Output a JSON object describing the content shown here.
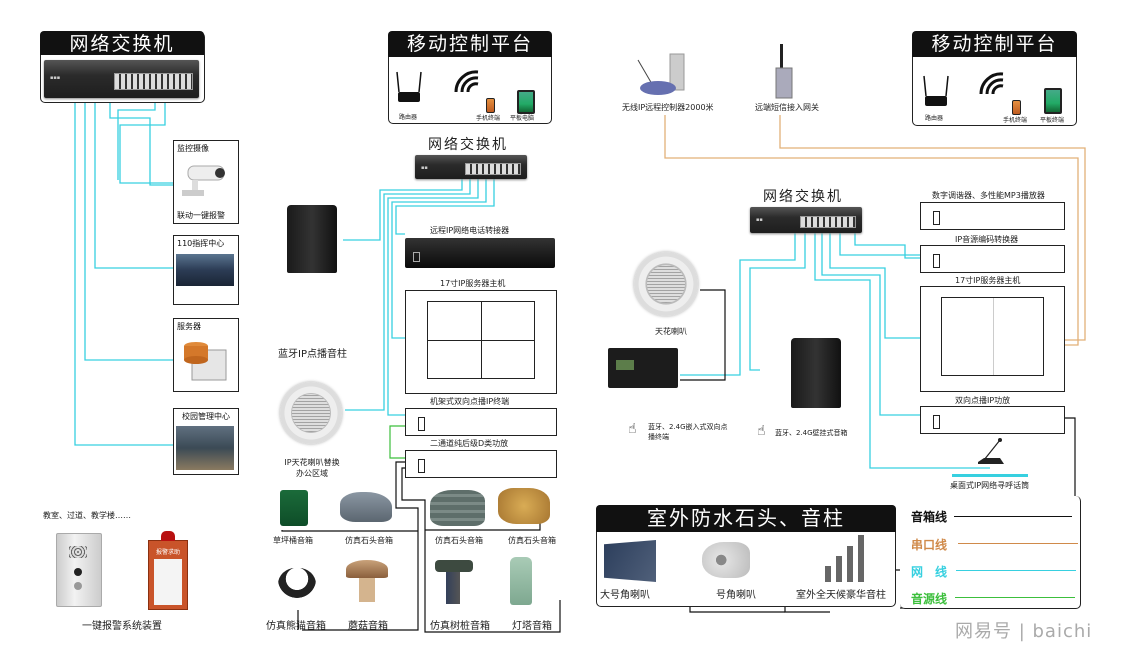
{
  "left_panel": {
    "switch_title": "网络交换机",
    "cards": [
      {
        "top": "监控摄像",
        "bottom": "联动一键报警"
      },
      {
        "top": "110指挥中心"
      },
      {
        "top": "服务器"
      },
      {
        "top": "校园管理中心"
      }
    ],
    "locations_note": "教室、过道、教学楼……",
    "alarm_device_sign": "报警求助",
    "alarm_caption": "一键报警系统装置"
  },
  "middle_panel": {
    "mobile_title": "移动控制平台",
    "mobile_devices": [
      "路由器",
      "手机终端",
      "平板电脑"
    ],
    "switch_label": "网络交换机",
    "devices": {
      "phone_gateway": "远程IP网络电话转接器",
      "server_host": "17寸IP服务器主机",
      "rack_terminal": "机架式双向点播IP终端",
      "amplifier": "二通道纯后级D类功放"
    },
    "bt_column_label": "蓝牙IP点播音柱",
    "ceiling_speaker_label": "IP天花喇叭替换办公区域",
    "outdoor_speakers": [
      "草坪桶音箱",
      "仿真石头音箱",
      "仿真石头音箱",
      "仿真石头音箱",
      "仿真熊猫音箱",
      "蘑菇音箱",
      "仿真树桩音箱",
      "灯塔音箱"
    ]
  },
  "right_panel": {
    "wireless_controller": "无线IP远程控制器2000米",
    "sms_gateway": "远端短信接入网关",
    "mobile_title": "移动控制平台",
    "mobile_devices": [
      "路由器",
      "手机终端",
      "平板终端"
    ],
    "switch_label": "网络交换机",
    "devices": {
      "tuner": "数字调谐器、多性能MP3播放器",
      "encoder": "IP音源编码转换器",
      "server_host": "17寸IP服务器主机",
      "amplifier": "双向点播IP功放",
      "paging_mic": "桌面式IP网络寻呼话筒"
    },
    "ceiling_speaker": "天花喇叭",
    "embedded_terminal": "蓝牙、2.4G嵌入式双向点播终端",
    "wall_speaker": "蓝牙、2.4G壁挂式音箱",
    "outdoor_title": "室外防水石头、音柱",
    "outdoor_items": [
      "大号角喇叭",
      "号角喇叭",
      "室外全天候豪华音柱"
    ]
  },
  "legend": [
    {
      "label": "音箱线",
      "color": "#111111"
    },
    {
      "label": "串口线",
      "color": "#d08a4a"
    },
    {
      "label": "网　线",
      "color": "#37d0e0"
    },
    {
      "label": "音源线",
      "color": "#3cbf3c"
    }
  ],
  "colors": {
    "network": "#37d0e0",
    "serial": "#d9a066",
    "speaker": "#111111",
    "audio": "#3cbf3c"
  },
  "watermark": "网易号 | baichi"
}
